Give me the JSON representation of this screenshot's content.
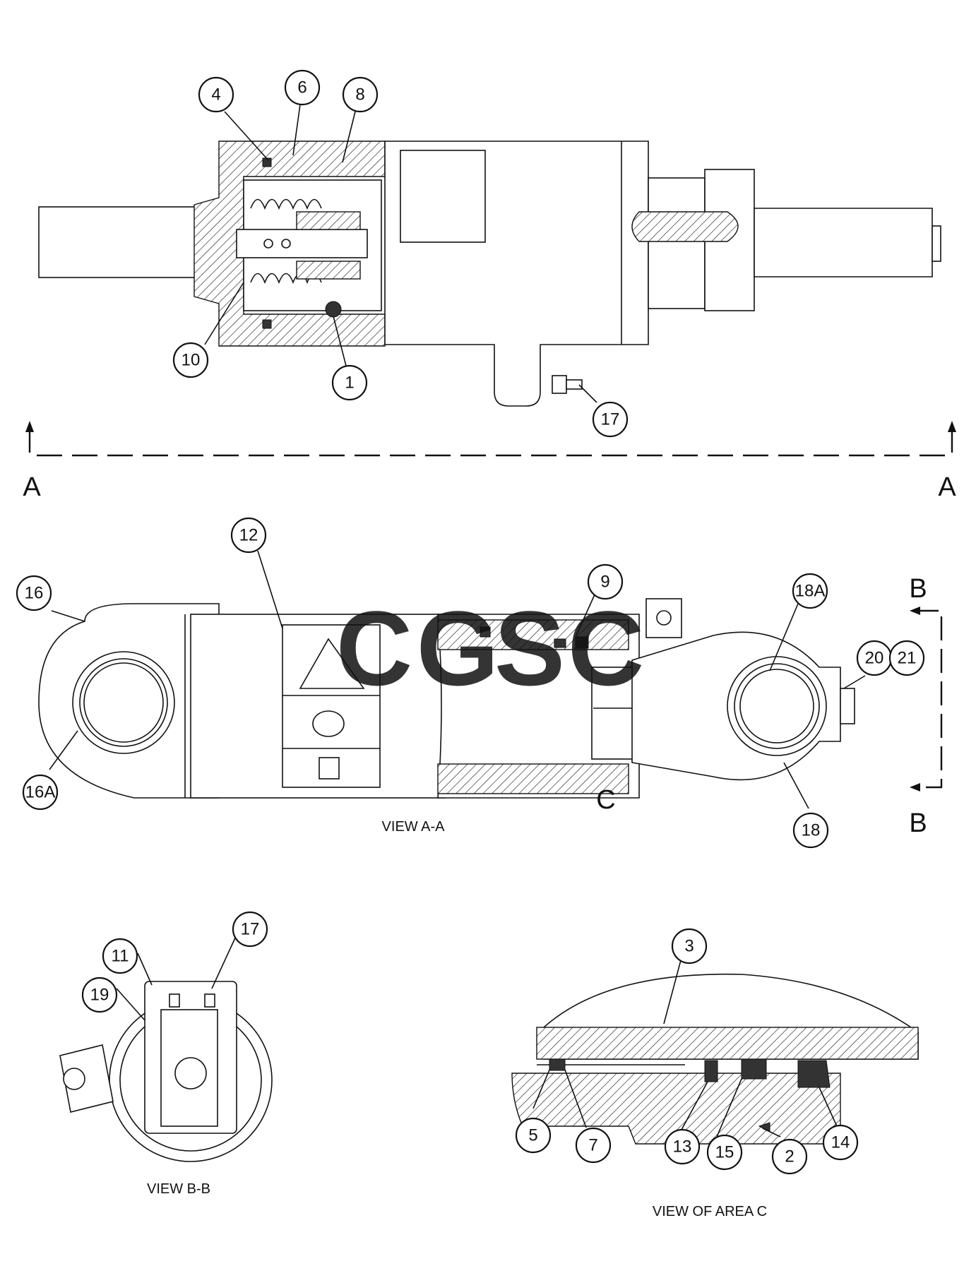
{
  "captions": {
    "view_aa": "VIEW A-A",
    "view_bb": "VIEW B-B",
    "view_c": "VIEW OF AREA C"
  },
  "section_letters": {
    "a_left": "A",
    "a_right": "A",
    "b_top": "B",
    "b_bottom": "B",
    "c": "C"
  },
  "callouts": {
    "c4": "4",
    "c6": "6",
    "c8": "8",
    "c10": "10",
    "c1": "1",
    "c17_top": "17",
    "c12": "12",
    "c9": "9",
    "c16": "16",
    "c16a": "16A",
    "c18a": "18A",
    "c20": "20",
    "c21": "21",
    "c18": "18",
    "c11": "11",
    "c17_bb": "17",
    "c19": "19",
    "c3": "3",
    "c5": "5",
    "c7": "7",
    "c13": "13",
    "c15": "15",
    "c2": "2",
    "c14": "14"
  },
  "watermark": {
    "letters": [
      "C",
      "G",
      "S",
      "C"
    ],
    "colors": [
      "#4f86ee",
      "#ea6a5c",
      "#f4cf4a",
      "#3daa67"
    ]
  }
}
